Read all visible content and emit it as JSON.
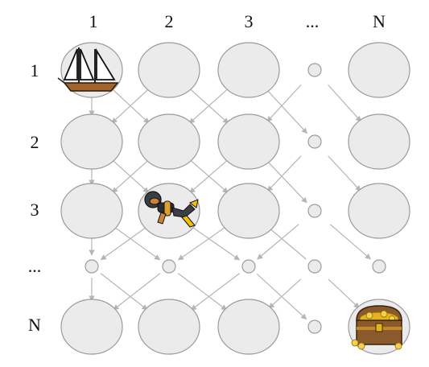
{
  "columns": [
    "1",
    "2",
    "3",
    "...",
    "N"
  ],
  "rows": [
    "1",
    "2",
    "3",
    "...",
    "N"
  ],
  "icons": {
    "start": "sailboat-icon",
    "diver": "scuba-diver-icon",
    "goal": "treasure-chest-icon"
  },
  "colors": {
    "node_fill": "#ebebeb",
    "node_stroke": "#9b9b9b",
    "edge": "#b5b5b5",
    "boat_hull": "#a0642a",
    "chest_gold": "#e5b31c",
    "chest_wood": "#8a5a2b"
  }
}
